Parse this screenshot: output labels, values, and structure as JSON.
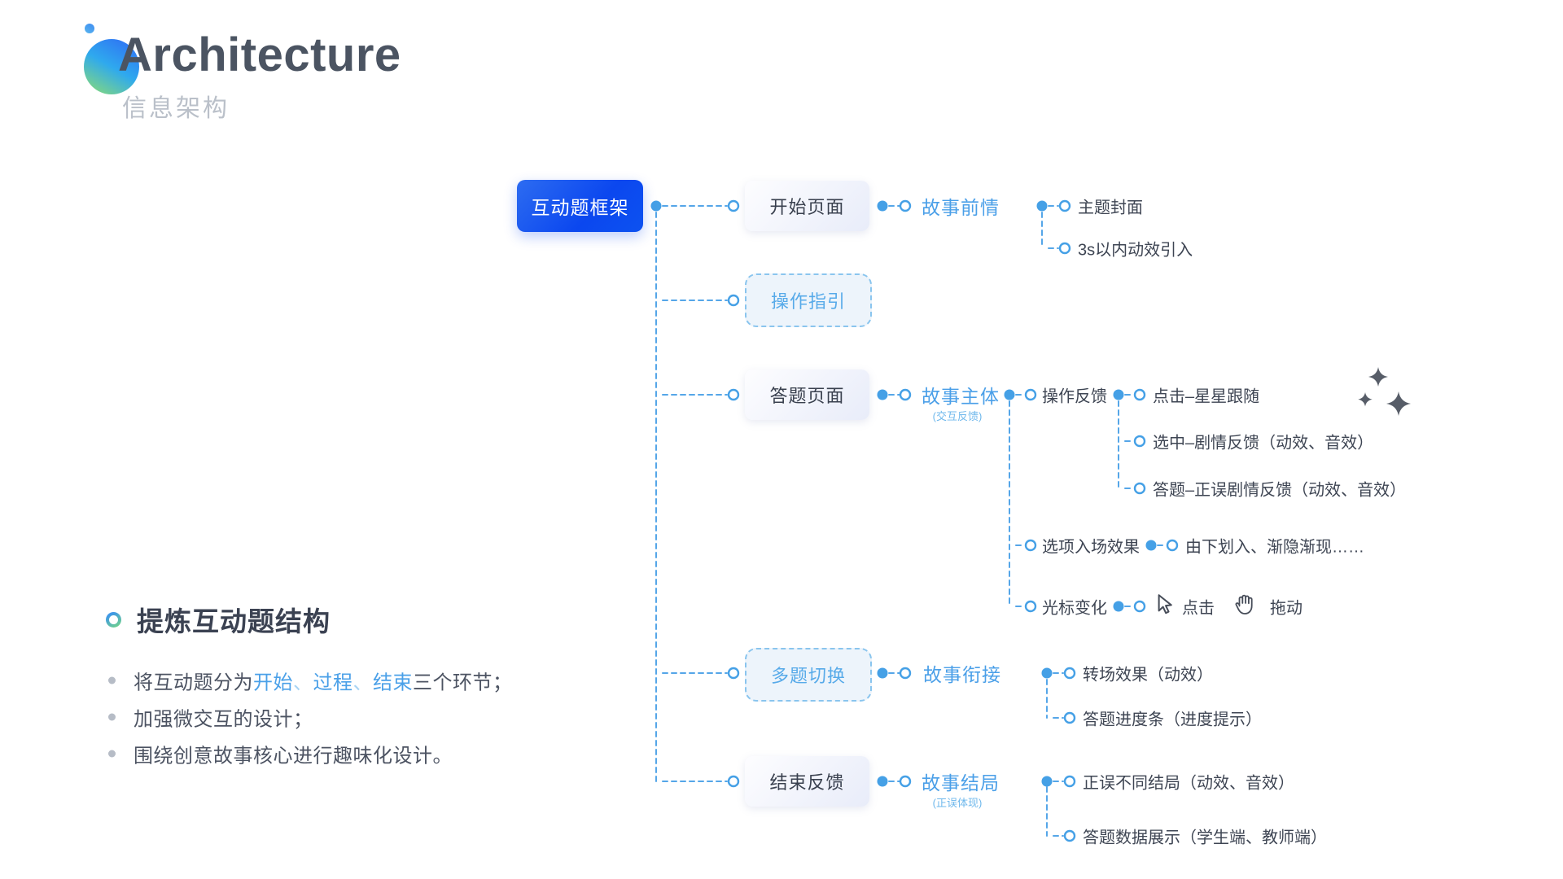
{
  "header": {
    "title": "Architecture",
    "subtitle": "信息架构"
  },
  "tree": {
    "root": "互动题框架",
    "b1": {
      "box": "开始页面",
      "label": "故事前情",
      "c1": "主题封面",
      "c2": "3s以内动效引入"
    },
    "b2": {
      "box": "操作指引"
    },
    "b3": {
      "box": "答题页面",
      "label": "故事主体",
      "sub": "(交互反馈)",
      "g1": {
        "label": "操作反馈",
        "c1": "点击–星星跟随",
        "c2": "选中–剧情反馈（动效、音效）",
        "c3": "答题–正误剧情反馈（动效、音效）"
      },
      "g2": {
        "label": "选项入场效果",
        "c1": "由下划入、渐隐渐现……"
      },
      "g3": {
        "label": "光标变化",
        "c1": "点击",
        "c2": "拖动"
      }
    },
    "b4": {
      "box": "多题切换",
      "label": "故事衔接",
      "c1": "转场效果（动效）",
      "c2": "答题进度条（进度提示）"
    },
    "b5": {
      "box": "结束反馈",
      "label": "故事结局",
      "sub": "(正误体现)",
      "c1": "正误不同结局（动效、音效）",
      "c2": "答题数据展示（学生端、教师端）"
    }
  },
  "notes": {
    "heading": "提炼互动题结构",
    "item1": {
      "pre": "将互动题分为",
      "hl1": "开始",
      "sep1": "、",
      "hl2": "过程",
      "sep2": "、",
      "hl3": "结束",
      "post": "三个环节；"
    },
    "item2": "加强微交互的设计；",
    "item3": "围绕创意故事核心进行趣味化设计。"
  },
  "icons": {
    "click_cursor": "arrow-pointer",
    "drag": "open-hand",
    "decor": "sparkle-stars"
  },
  "colors": {
    "root_blue": "#0b47ef",
    "accent_blue": "#4a9fe8",
    "connector_blue": "#55a6e8",
    "dark_text": "#3e4553",
    "gray_text": "#bac0c9"
  }
}
